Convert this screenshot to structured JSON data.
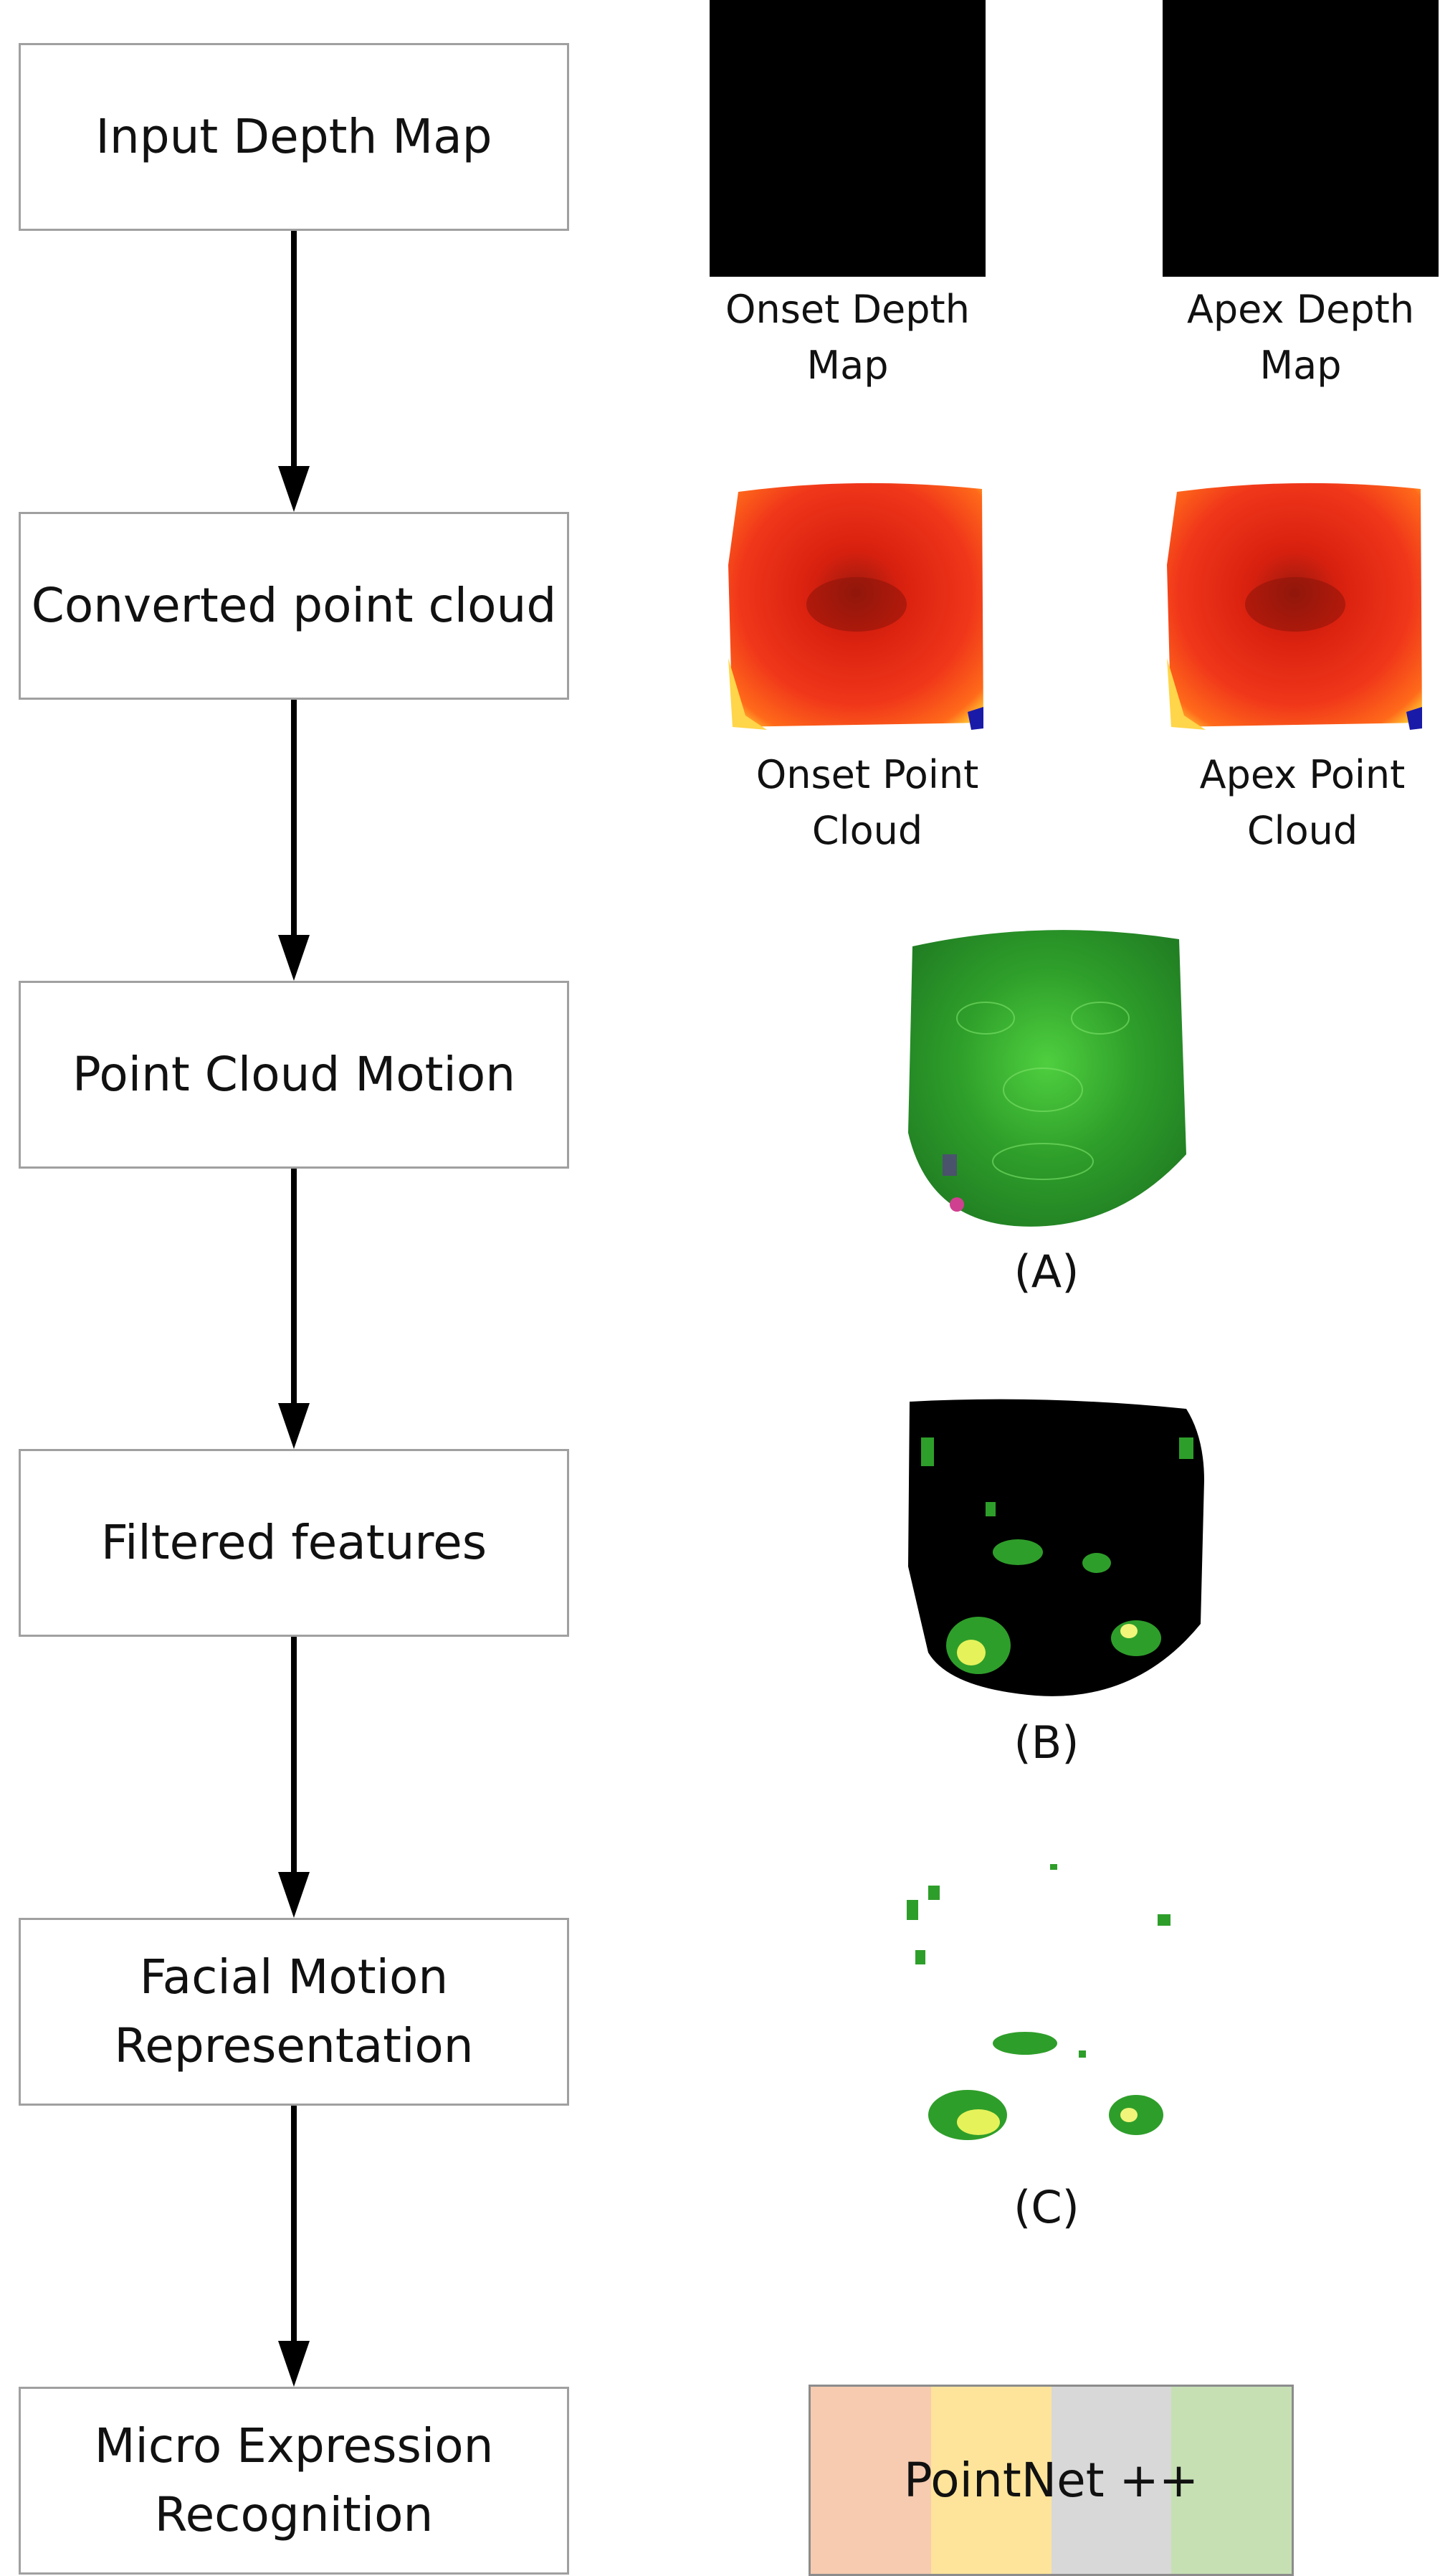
{
  "steps": [
    {
      "label": "Input Depth Map"
    },
    {
      "label": "Converted point cloud"
    },
    {
      "label": "Point Cloud Motion"
    },
    {
      "label": "Filtered features"
    },
    {
      "label": "Facial Motion\nRepresentation"
    },
    {
      "label": "Micro Expression\nRecognition"
    }
  ],
  "captions": {
    "onset_depth": "Onset Depth\nMap",
    "apex_depth": "Apex Depth\nMap",
    "onset_point": "Onset Point\nCloud",
    "apex_point": "Apex Point\nCloud",
    "a": "(A)",
    "b": "(B)",
    "c": "(C)"
  },
  "pointnet": {
    "label": "PointNet ++",
    "colors": [
      "#f6cbb0",
      "#fde49a",
      "#d8d8d8",
      "#c6e0b4"
    ]
  },
  "colors": {
    "arrow": "#000000",
    "box_border": "#a0a0a0",
    "depth_map": "#000000",
    "cloud_red": "#e8281a",
    "motion_green": "#2fa02f"
  }
}
